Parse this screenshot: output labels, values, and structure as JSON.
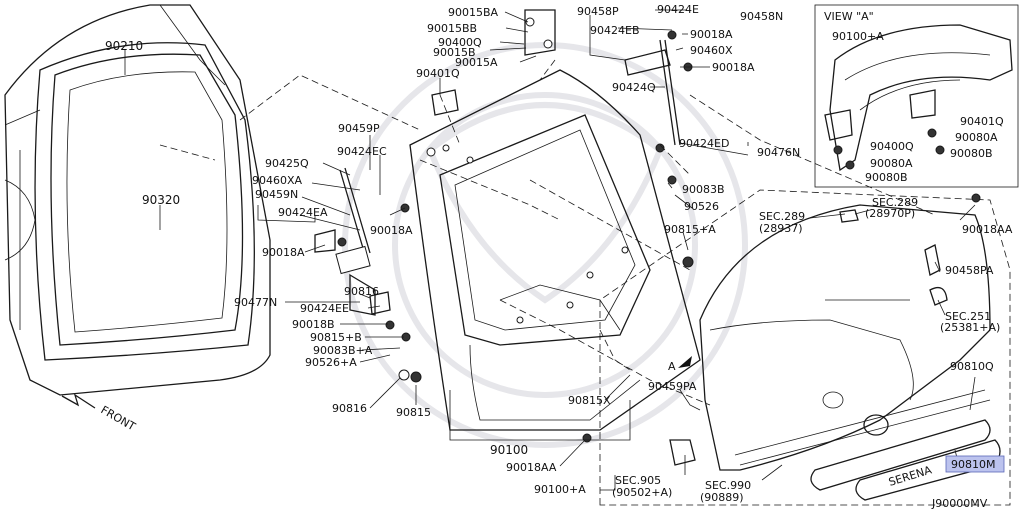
{
  "diagram_code": "J90000MV",
  "highlight_color": "#bcc3ee",
  "view_box": {
    "title": "VIEW \"A\"",
    "arrow_label": "A"
  },
  "front_label": "FRONT",
  "labels": {
    "l90015BA": "90015BA",
    "l90015BB": "90015BB",
    "l90400Q": "90400Q",
    "l90015B": "90015B",
    "l90015A": "90015A",
    "l90458P": "90458P",
    "l90424E": "90424E",
    "l90458N": "90458N",
    "l90424EB": "90424EB",
    "l90018A_1": "90018A",
    "l90460X": "90460X",
    "l90018A_2": "90018A",
    "l90401Q_1": "90401Q",
    "l90424Q": "90424Q",
    "l90210": "90210",
    "l90320": "90320",
    "l90459P": "90459P",
    "l90424EC": "90424EC",
    "l90425Q": "90425Q",
    "l90460XA": "90460XA",
    "l90459N": "90459N",
    "l90424EA": "90424EA",
    "l90018A_3": "90018A",
    "l90018A_4": "90018A",
    "l90424ED": "90424ED",
    "l90476N": "90476N",
    "l90083B": "90083B",
    "l90526": "90526",
    "l90815A": "90815+A",
    "lSEC289a": "SEC.289",
    "l28937": "(28937)",
    "lSEC289b": "SEC.289",
    "l28970P": "(28970P)",
    "l90018AA_1": "90018AA",
    "l90458PA": "90458PA",
    "lSEC251": "SEC.251",
    "l25381A": "(25381+A)",
    "l90477N": "90477N",
    "l90816_1": "90816",
    "l90424EE": "90424EE",
    "l90018B": "90018B",
    "l90815B": "90815+B",
    "l90083BA": "90083B+A",
    "l90526A": "90526+A",
    "l90816_2": "90816",
    "l90815": "90815",
    "l90459PA": "90459PA",
    "l90815X": "90815X",
    "l90100": "90100",
    "l90018AA_2": "90018AA",
    "l90100A": "90100+A",
    "lSEC905": "SEC.905",
    "l90502A": "(90502+A)",
    "lSEC990": "SEC.990",
    "l90889": "(90889)",
    "l90810Q": "90810Q",
    "l90810M": "90810M",
    "l90100A_v": "90100+A",
    "l90401Q_v": "90401Q",
    "l90400Q_v": "90400Q",
    "l90080A_1": "90080A",
    "l90080B_1": "90080B",
    "l90080A_2": "90080A",
    "l90080B_2": "90080B"
  }
}
